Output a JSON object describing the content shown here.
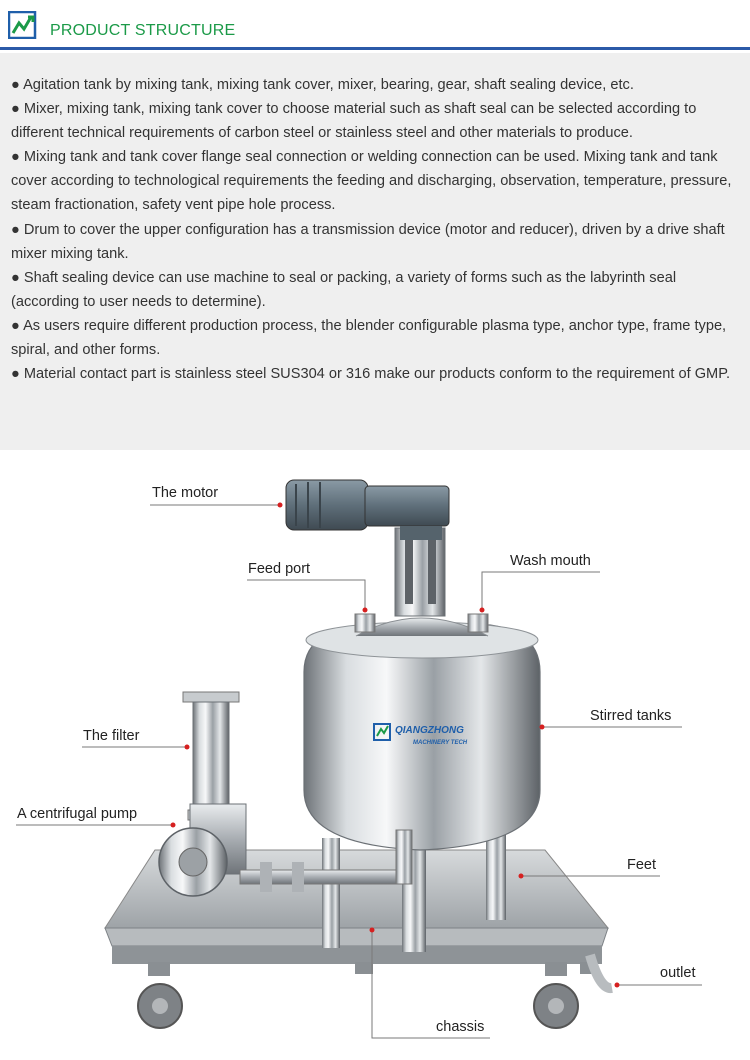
{
  "header": {
    "title": "PRODUCT STRUCTURE",
    "accent_color": "#1b9a48",
    "rule_color": "#2b5aa8",
    "logo_icon": "company-logo-icon"
  },
  "description": {
    "bullets": [
      "● Agitation tank by mixing tank, mixing tank cover, mixer, bearing, gear, shaft sealing device, etc.",
      "● Mixer, mixing tank, mixing tank cover to choose material such as shaft seal can be selected according to different technical requirements of carbon steel or stainless steel and other materials to produce.",
      "● Mixing tank and tank cover flange seal connection or welding connection can be used. Mixing tank and tank cover according to technological requirements the feeding and discharging, observation, temperature, pressure, steam fractionation, safety vent pipe hole process.",
      "● Drum to cover the upper configuration has a transmission device (motor and reducer), driven by a drive shaft mixer mixing tank.",
      "● Shaft sealing device can use machine to seal or packing, a variety of forms such as the labyrinth seal (according to user needs to determine).",
      "● As users require different production process, the blender configurable plasma type, anchor type, frame type, spiral, and other forms.",
      "● Material contact part is stainless steel SUS304 or 316 make our products conform to the requirement of GMP."
    ]
  },
  "diagram": {
    "brand": {
      "name": "QIANGZHONG",
      "sub": "MACHINERY TECH"
    },
    "labels": {
      "motor": "The motor",
      "feed_port": "Feed port",
      "wash_mouth": "Wash mouth",
      "filter": "The filter",
      "stirred_tanks": "Stirred tanks",
      "pump": "A centrifugal pump",
      "feet": "Feet",
      "outlet": "outlet",
      "chassis": "chassis"
    },
    "callout_color": "#d62020"
  }
}
